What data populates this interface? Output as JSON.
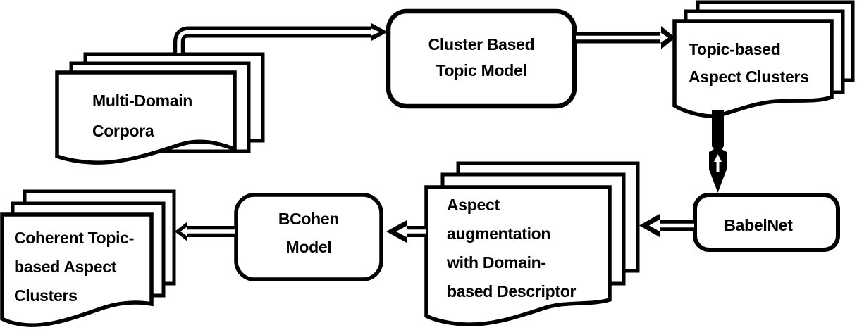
{
  "diagram": {
    "colors": {
      "line": "#000000",
      "background": "#ffffff"
    },
    "nodes": [
      {
        "id": "multi-domain-corpora",
        "shape": "document-stack",
        "pages": 3,
        "lines": [
          "Multi-Domain",
          "Corpora"
        ]
      },
      {
        "id": "cluster-based-topic-model",
        "shape": "rounded-rect",
        "lines": [
          "Cluster Based",
          "Topic Model"
        ]
      },
      {
        "id": "topic-based-aspect-clusters",
        "shape": "document-stack",
        "pages": 3,
        "lines": [
          "Topic-based",
          "Aspect Clusters"
        ]
      },
      {
        "id": "babelnet",
        "shape": "rounded-rect",
        "lines": [
          "BabelNet"
        ]
      },
      {
        "id": "aspect-augmentation",
        "shape": "document-stack",
        "pages": 3,
        "lines": [
          "Aspect",
          "augmentation",
          "with Domain-",
          "based Descriptor"
        ]
      },
      {
        "id": "bcohen-model",
        "shape": "rounded-rect",
        "lines": [
          "BCohen",
          "Model"
        ]
      },
      {
        "id": "coherent-topic-based-aspect-clusters",
        "shape": "document-stack",
        "pages": 3,
        "lines": [
          "Coherent Topic-",
          "based Aspect",
          "Clusters"
        ]
      }
    ],
    "edges": [
      {
        "from": "multi-domain-corpora",
        "to": "cluster-based-topic-model",
        "style": "open-block-arrow",
        "direction": "up-then-right"
      },
      {
        "from": "cluster-based-topic-model",
        "to": "topic-based-aspect-clusters",
        "style": "open-block-arrow",
        "direction": "right"
      },
      {
        "from": "topic-based-aspect-clusters",
        "to": "babelnet",
        "style": "thick-solid-arrow-with-white-up-arrow",
        "direction": "down"
      },
      {
        "from": "babelnet",
        "to": "aspect-augmentation",
        "style": "open-block-arrow",
        "direction": "left"
      },
      {
        "from": "aspect-augmentation",
        "to": "bcohen-model",
        "style": "open-block-arrow",
        "direction": "left"
      },
      {
        "from": "bcohen-model",
        "to": "coherent-topic-based-aspect-clusters",
        "style": "open-block-arrow",
        "direction": "left"
      }
    ]
  }
}
